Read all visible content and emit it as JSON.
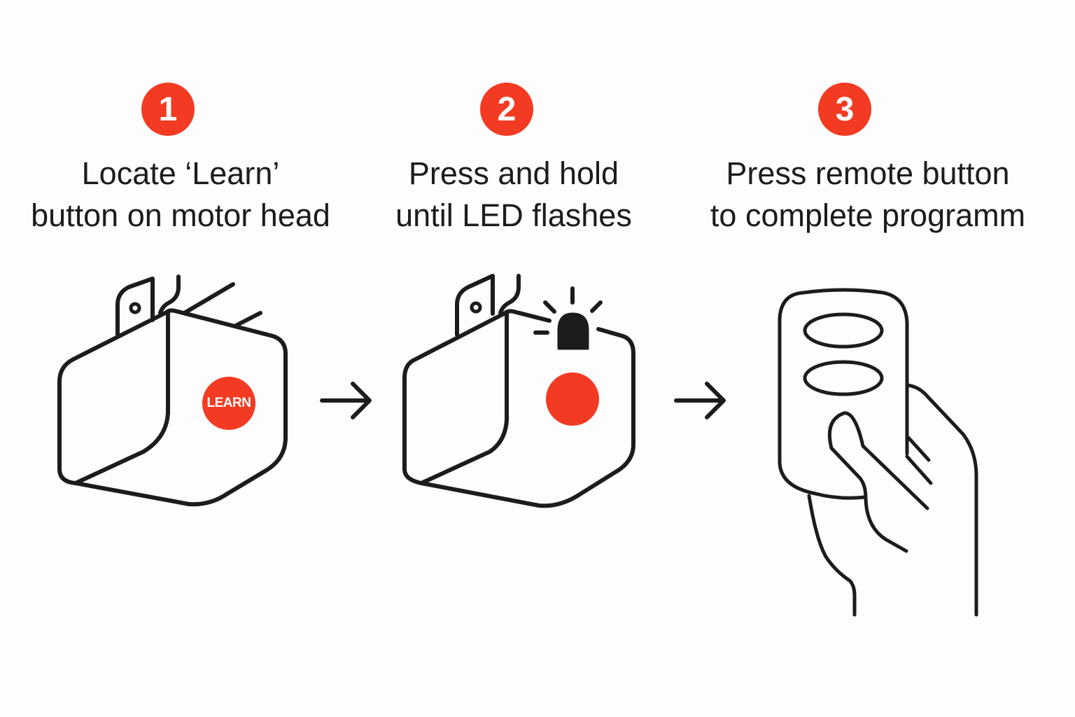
{
  "accent_color": "#f23b22",
  "stroke_color": "#1c1c1c",
  "steps": [
    {
      "number": "1",
      "line1": "Locate ‘Learn’",
      "line2": "button on motor head",
      "illustration": "motor-head-learn-button",
      "button_label": "LEARN"
    },
    {
      "number": "2",
      "line1": "Press and hold",
      "line2": "until LED flashes",
      "illustration": "motor-head-led-flashing"
    },
    {
      "number": "3",
      "line1": "Press remote button",
      "line2": "to complete programm",
      "illustration": "hand-holding-remote"
    }
  ],
  "arrows": [
    "right-arrow",
    "right-arrow"
  ]
}
